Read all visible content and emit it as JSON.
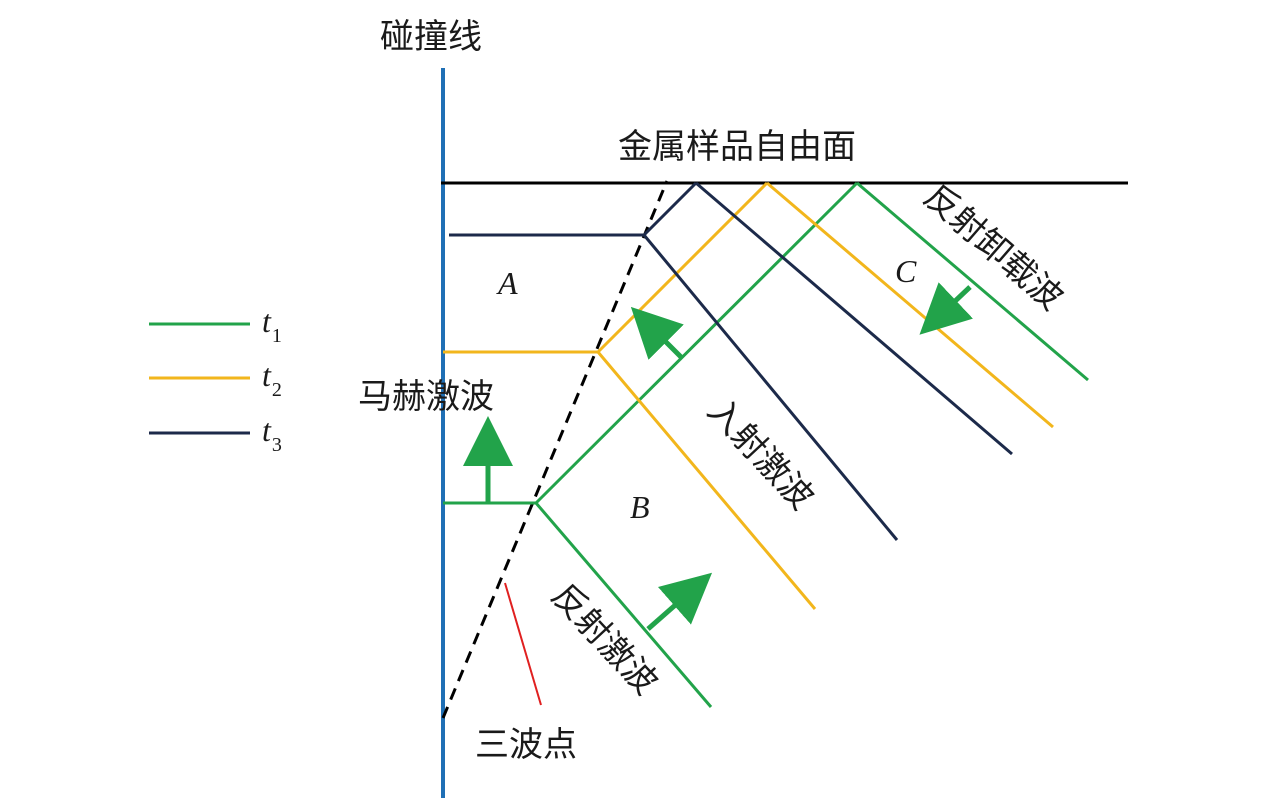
{
  "colors": {
    "collision_line": "#1f6fb5",
    "free_surface": "#000000",
    "t1": "#22a34a",
    "t2": "#f2b61c",
    "t3": "#1c2a4a",
    "triple_point_pointer": "#e02020",
    "shock_locus": "#000000"
  },
  "labels": {
    "collision_line": "碰撞线",
    "free_surface": "金属样品自由面",
    "reflected_unloading_wave": "反射卸载波",
    "mach_wave": "马赫激波",
    "incident_wave": "入射激波",
    "reflected_wave": "反射激波",
    "triple_point": "三波点",
    "region_a": "A",
    "region_b": "B",
    "region_c": "C"
  },
  "legend": [
    {
      "base": "t",
      "sub": "1",
      "color_key": "t1"
    },
    {
      "base": "t",
      "sub": "2",
      "color_key": "t2"
    },
    {
      "base": "t",
      "sub": "3",
      "color_key": "t3"
    }
  ]
}
